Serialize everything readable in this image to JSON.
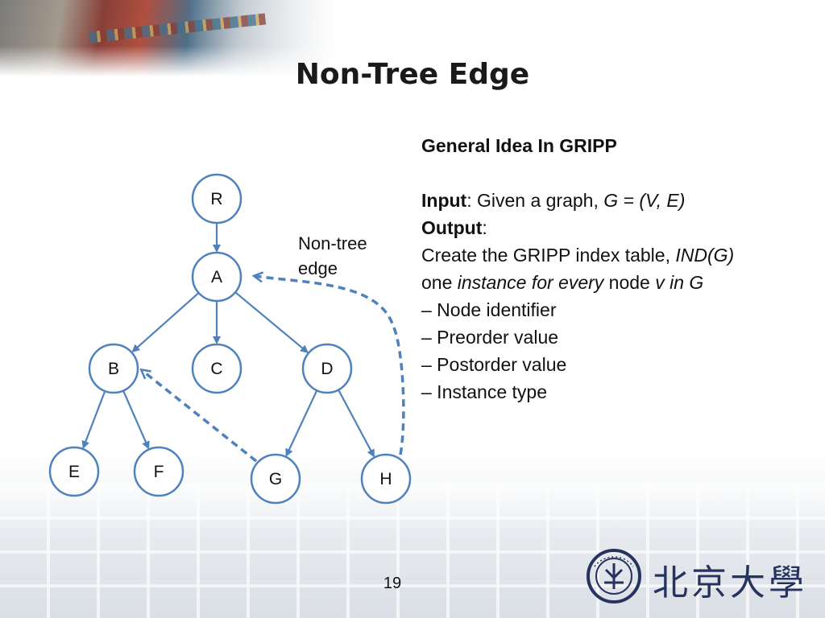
{
  "slide": {
    "title": "Non-Tree Edge",
    "page_number": "19",
    "logo_text": "北京大學"
  },
  "diagram": {
    "nodes": [
      {
        "id": "R",
        "label": "R"
      },
      {
        "id": "A",
        "label": "A"
      },
      {
        "id": "B",
        "label": "B"
      },
      {
        "id": "C",
        "label": "C"
      },
      {
        "id": "D",
        "label": "D"
      },
      {
        "id": "E",
        "label": "E"
      },
      {
        "id": "F",
        "label": "F"
      },
      {
        "id": "G",
        "label": "G"
      },
      {
        "id": "H",
        "label": "H"
      }
    ],
    "tree_edges": [
      [
        "R",
        "A"
      ],
      [
        "A",
        "B"
      ],
      [
        "A",
        "C"
      ],
      [
        "A",
        "D"
      ],
      [
        "B",
        "E"
      ],
      [
        "B",
        "F"
      ],
      [
        "D",
        "G"
      ],
      [
        "D",
        "H"
      ]
    ],
    "non_tree_edges": [
      [
        "H",
        "A"
      ],
      [
        "G",
        "B"
      ]
    ],
    "annotation": [
      "Non-tree",
      "edge"
    ],
    "colors": {
      "stroke": "#4f81bd",
      "fill": "#ffffff",
      "text": "#111111"
    }
  },
  "content": {
    "heading": "General Idea In GRIPP",
    "input_label": "Input",
    "input_text": ": Given a graph, ",
    "input_math": "G = (V, E)",
    "output_label": "Output",
    "output_colon": ":",
    "create_text": "Create the GRIPP index table, ",
    "create_math": "IND(G)",
    "one_text": "one ",
    "instance_text": "instance for every",
    "node_text": " node ",
    "v_text": "v in G",
    "bullets": [
      "– Node identifier",
      "– Preorder value",
      "– Postorder value",
      "– Instance type"
    ]
  }
}
